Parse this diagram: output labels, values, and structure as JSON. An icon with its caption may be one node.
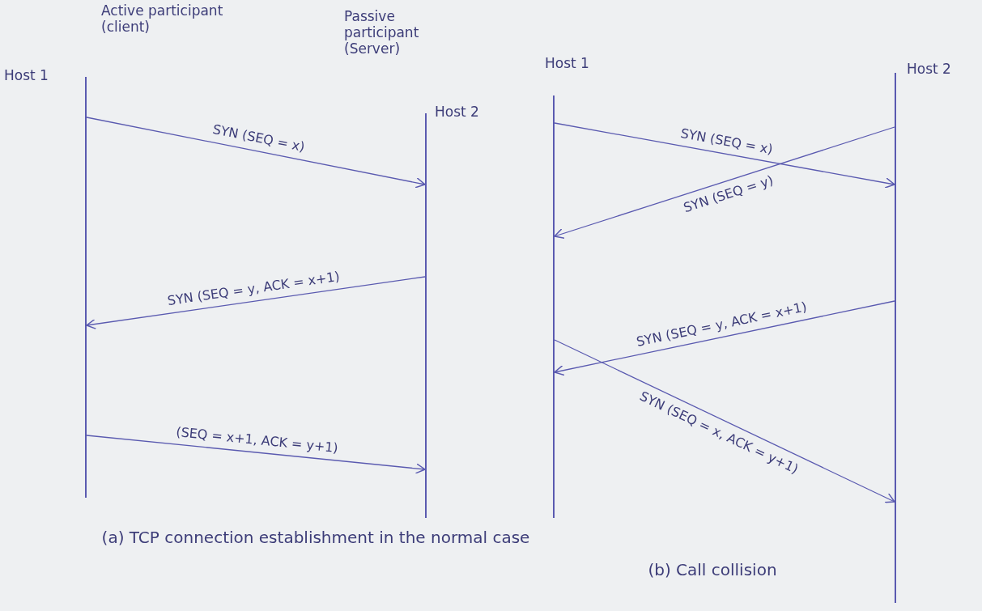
{
  "diagram": {
    "nodes": [
      {
        "text": [
          "Active participant (client)",
          "Host 1"
        ]
      },
      {
        "text": [
          "Passive participant (Server)",
          "Host 2"
        ]
      },
      {
        "text": [
          "Host 1"
        ]
      },
      {
        "text": [
          "Host 2"
        ]
      }
    ],
    "edges": [
      {
        "from": 0,
        "to": 1,
        "arrow": "to",
        "label": "SYN (SEQ = x)"
      },
      {
        "from": 1,
        "to": 0,
        "arrow": "to",
        "label": "SYN (SEQ = y, ACK = x+1)"
      },
      {
        "from": 0,
        "to": 1,
        "arrow": "to",
        "label": "(SEQ = x+1, ACK = y+1)"
      },
      {
        "from": 2,
        "to": 3,
        "arrow": "to",
        "label": "SYN (SEQ = x)"
      },
      {
        "from": 3,
        "to": 2,
        "arrow": "to",
        "label": "SYN (SEQ = y)"
      },
      {
        "from": 3,
        "to": 2,
        "arrow": "to",
        "label": "SYN (SEQ = y, ACK = x+1)"
      },
      {
        "from": 2,
        "to": 3,
        "arrow": "to",
        "label": "SYN (SEQ = x, ACK = y+1)"
      }
    ],
    "labels": [
      "(a) TCP connection establishment in the normal case",
      "(b) Call collision"
    ]
  }
}
